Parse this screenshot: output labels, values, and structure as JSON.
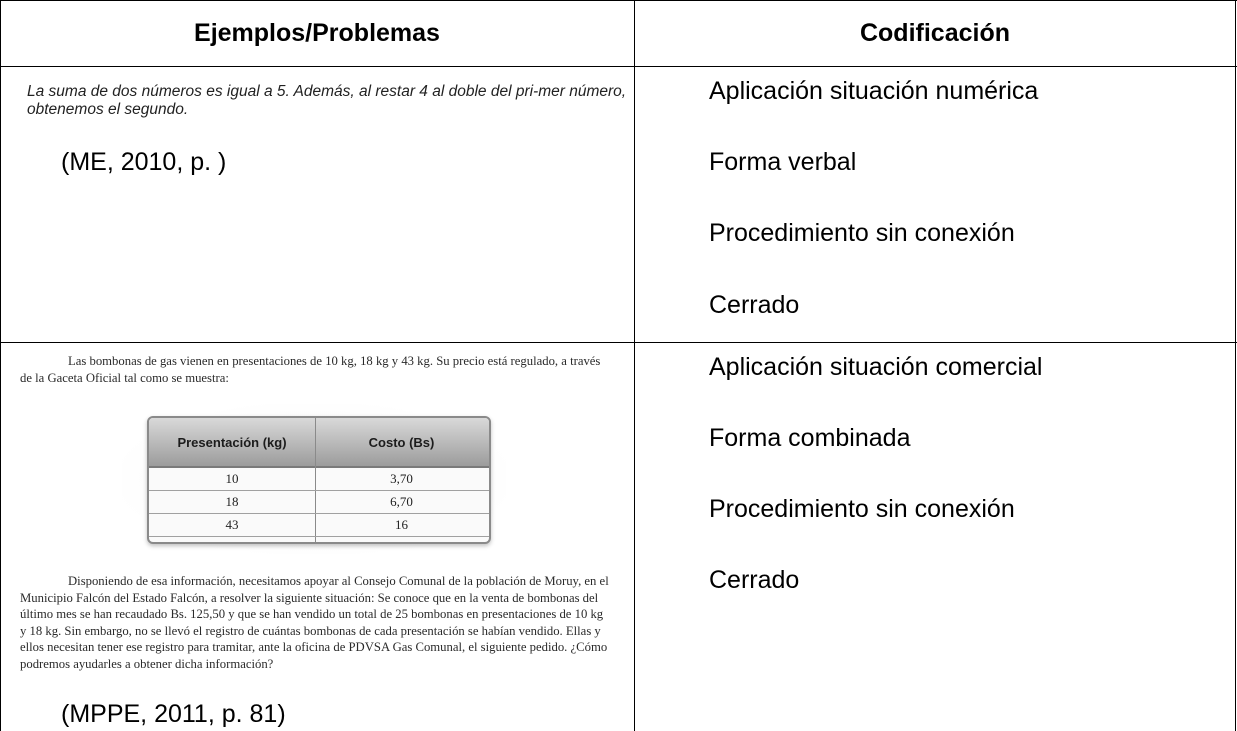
{
  "headers": {
    "col1": "Ejemplos/Problemas",
    "col2": "Codificación"
  },
  "row1": {
    "problem_text": "La suma de dos números es igual a 5. Además, al restar 4 al doble del pri-mer número, obtenemos el segundo.",
    "citation": "(ME, 2010, p. )",
    "codes": [
      "Aplicación situación numérica",
      "Forma verbal",
      "Procedimiento sin conexión",
      "Cerrado"
    ]
  },
  "row2": {
    "intro": "Las bombonas de gas vienen en presentaciones de 10 kg, 18 kg y 43 kg. Su precio está regulado, a través de la Gaceta Oficial tal como se muestra:",
    "table": {
      "header_presentacion": "Presentación (kg)",
      "header_costo": "Costo (Bs)",
      "rows": [
        {
          "presentacion": "10",
          "costo": "3,70"
        },
        {
          "presentacion": "18",
          "costo": "6,70"
        },
        {
          "presentacion": "43",
          "costo": "16"
        }
      ]
    },
    "body": "Disponiendo de esa información, necesitamos apoyar al Consejo Comunal de la población de Moruy, en el Municipio Falcón del Estado Falcón, a resolver la siguiente situación: Se conoce que en la venta de bombonas del último mes se han recaudado Bs. 125,50 y que se han vendido un total de 25 bombonas en presentaciones de 10 kg y 18 kg. Sin embargo, no se llevó el registro de cuántas bombonas de cada presentación se habían vendido. Ellas y ellos necesitan tener ese registro para tramitar, ante la oficina de PDVSA Gas Comunal, el siguiente pedido. ¿Cómo podremos ayudarles a obtener dicha información?",
    "citation": "(MPPE, 2011, p. 81)",
    "codes": [
      "Aplicación situación comercial",
      "Forma combinada",
      "Procedimiento sin conexión",
      "Cerrado"
    ]
  }
}
